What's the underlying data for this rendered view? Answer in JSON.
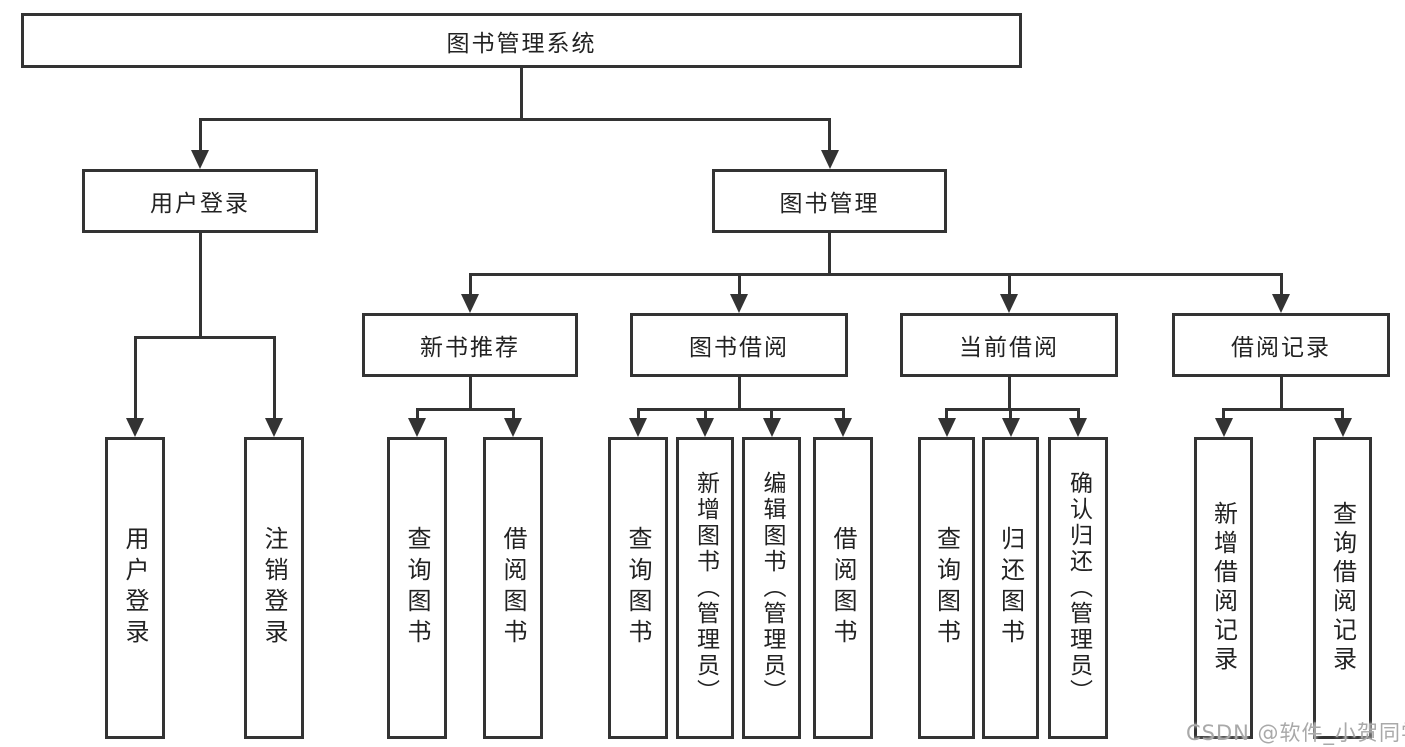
{
  "nodes": {
    "root": "图书管理系统",
    "user_login": "用户登录",
    "book_mgmt": "图书管理",
    "new_book_rec": "新书推荐",
    "book_borrow": "图书借阅",
    "current_borrow": "当前借阅",
    "borrow_record": "借阅记录",
    "leaves": [
      "用户登录",
      "注销登录",
      "查询图书",
      "借阅图书",
      "查询图书",
      "新增图书（管理员）",
      "编辑图书（管理员）",
      "借阅图书",
      "查询图书",
      "归还图书",
      "确认归还（管理员）",
      "新增借阅记录",
      "查询借阅记录"
    ]
  },
  "watermark": "CSDN @软件_小贺同学",
  "colors": {
    "line": "#333333",
    "text": "#222222",
    "background": "#ffffff",
    "watermark": "#a9a9a9"
  }
}
